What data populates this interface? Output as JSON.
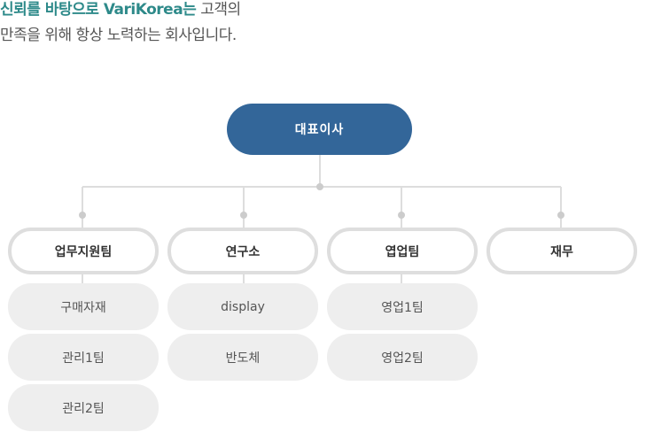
{
  "intro": {
    "highlight": "신뢰를 바탕으로 VariKorea는",
    "line1_rest": " 고객의",
    "line2": "만족을 위해 항상 노력하는 회사입니다."
  },
  "org": {
    "ceo": "대표이사",
    "departments": [
      {
        "name": "업무지원팀",
        "teams": [
          "구매자재",
          "관리1팀",
          "관리2팀"
        ]
      },
      {
        "name": "연구소",
        "teams": [
          "display",
          "반도체"
        ]
      },
      {
        "name": "엽업팀",
        "teams": [
          "영업1팀",
          "영업2팀"
        ]
      },
      {
        "name": "재무",
        "teams": []
      }
    ]
  },
  "colors": {
    "accent": "#2e8a8a",
    "ceo_fill": "#336699",
    "dept_border": "#dedede",
    "team_fill": "#eeeeee",
    "connector": "#dddddd",
    "dot": "#cccccc"
  }
}
